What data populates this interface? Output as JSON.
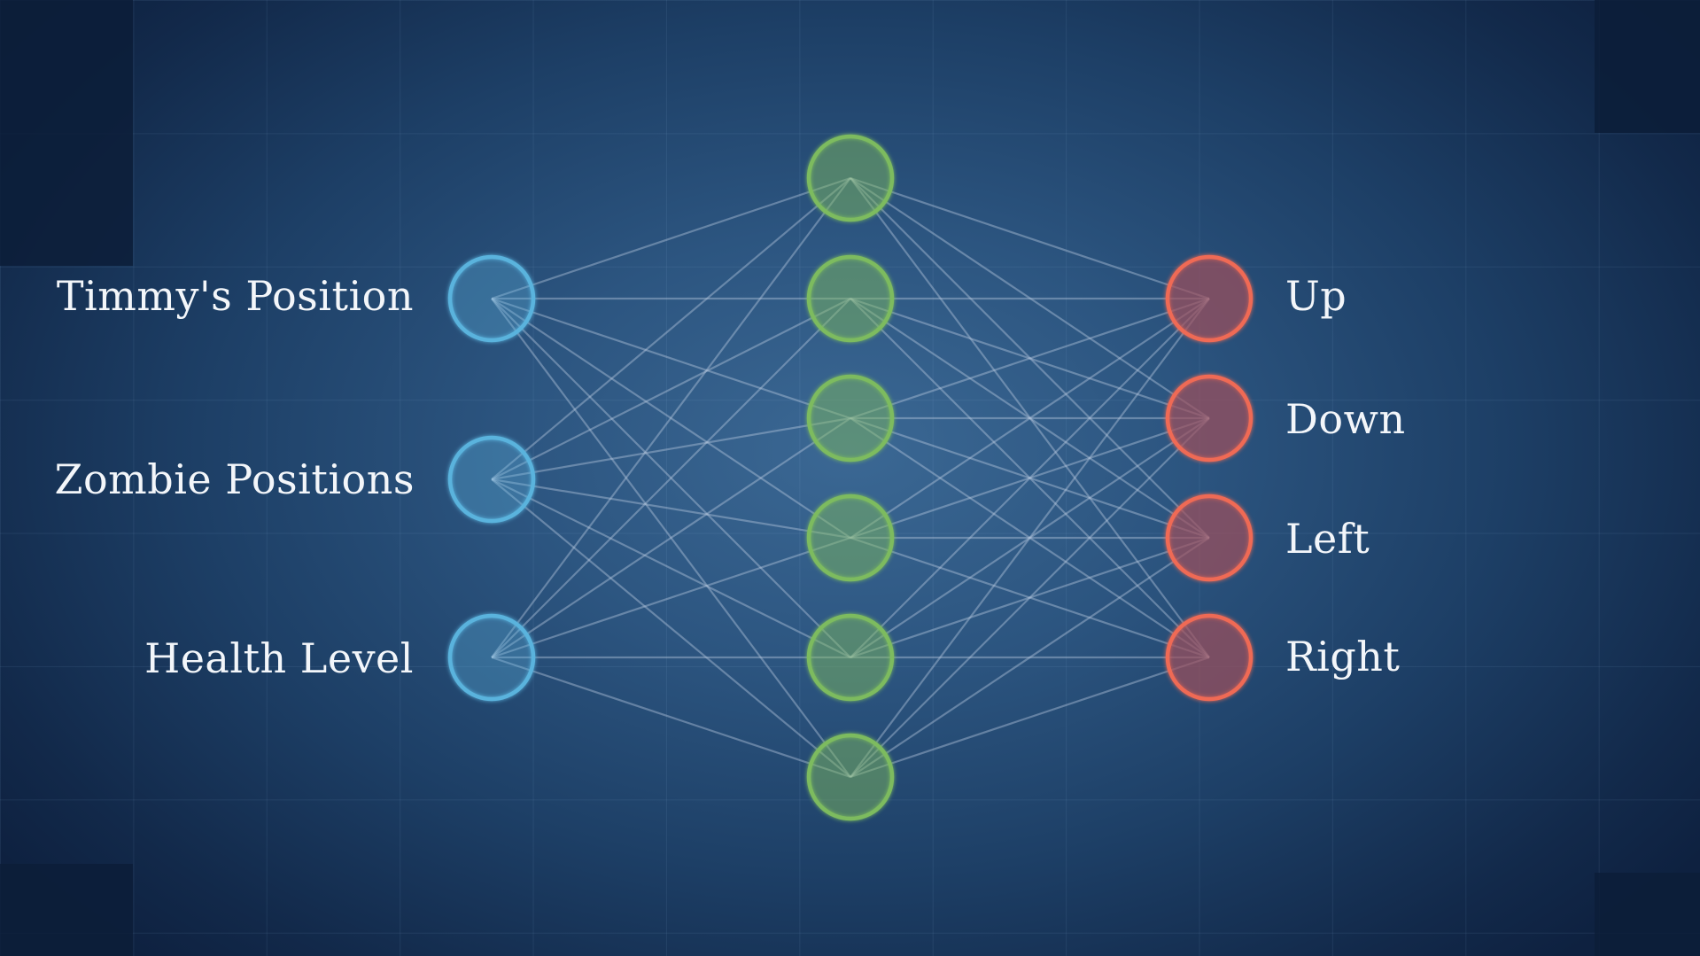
{
  "colors": {
    "input": "#5ab3dd",
    "hidden": "#7dbb5e",
    "output": "#ef6a55",
    "connection": "#b9cbe0",
    "label": "#f3f6fa"
  },
  "network": {
    "inputs": [
      {
        "label": "Timmy's Position"
      },
      {
        "label": "Zombie Positions"
      },
      {
        "label": "Health Level"
      }
    ],
    "hidden_count": 6,
    "outputs": [
      {
        "label": "Up"
      },
      {
        "label": "Down"
      },
      {
        "label": "Left"
      },
      {
        "label": "Right"
      }
    ]
  }
}
